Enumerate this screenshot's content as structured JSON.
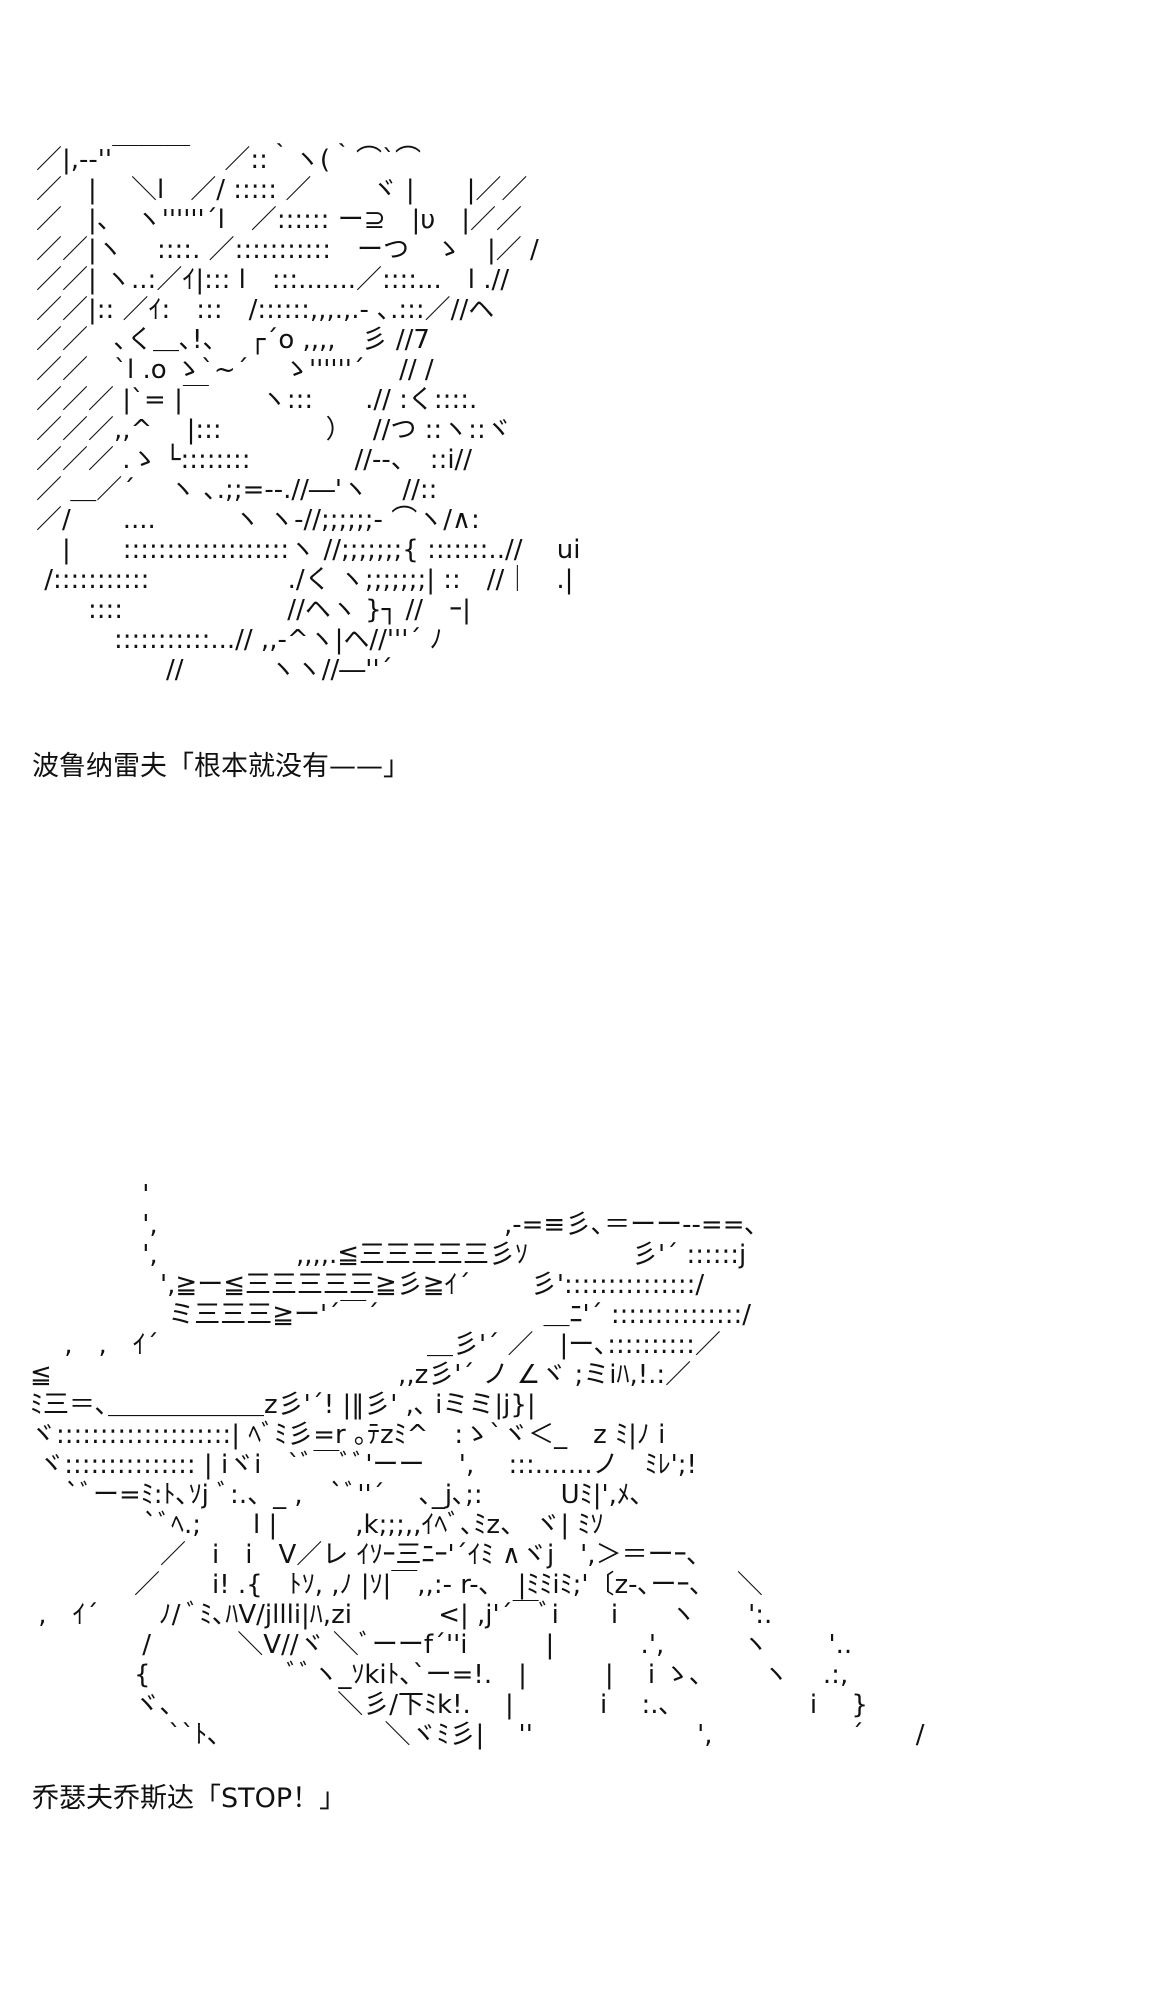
{
  "panels": [
    {
      "ascii_art": "／|,--''￣￣￣　 ／::｀ヽ(｀⌒`⌒\n／　|　 ＼l　／/ ::::: ／　　 ヾ |　　|／／\n／　|、　ヽ''''''´l　／:::::: ー⊇　|υ　|／／\n／／|ヽ　 ::::. ／:::::::::::　ーつ　ゝ　|／ /\n／／| ヽ..:／ｲ|::: l　:::.......／::::...　l .//\n／／|:: ／ｲ:　:::　/::::::,,,.,.- ､.:::／//ヘ\n／／　､く＿､!、　 ┌´o ,,,,　彡 //7\n／／　`l .o ゝ`~´　 ゝ''''''´　 // /\n／／／ |`= |￣　　ヽ:::　　.// :く::::.\n／／／,,^　 |:::　　　　）　 //つ ::ヽ::ヾ\n／／／ .ゝ └::::::::　　　　//--、　::i//\n／ ＿／´　 ヽ ､.;;=--.//―'ヽ　 //::\n／/　　....　　　ヽ ヽ-//;;;;;;- ⌒ヽ/∧:\n　|　　:::::::::::::::::::ヽ //;;;;;;;{ :::::::..// 　ui\n /:::::::::::　　　　　 ./く ヽ;;;;;;;| ::　//｜　.|\n　　:::: 　　　　　　//ヘヽ }┐ //　ｰ|\n　　　:::::::::::...// ,,-^ヽ|ヘ//'''´ ﾉ\n　　　　　//　　　 ヽヽ//―''´",
      "caption": "波鲁纳雷夫「根本就没有——」"
    },
    {
      "ascii_art": "　　　　 '\n　　　　 ',　　　　　　　　　　　　　 ,-=≡彡､＝ーー--==､\n　　　　 ',　　　　　 ,,,,.≦三三三三三彡ｿ　　　　彡'´ ::::::j\n　　　　　',≧ー≦三三三三三≧彡≧ｲ´　　 彡':::::::::::::::/\n　　　　　 ミ三三三≧ー'´￣´　　　　　　 ＿ﾆ'´ :::::::::::::::/\n　 ,　,　ｲ´　　　　　　　　　　 ＿彡'´ ／　|ー､::::::::::／\n≦　　　　　　　　　　　　　 ,,z彡'´ ノ ∠ヾ ;ミiﾊ,!.:／\nﾐ三＝､＿＿＿＿＿＿z彡'´! |‖彡' ,､ iミミ|j}|\nヾ::::::::::::::::::::| ﾍﾞﾐ彡=r ｡ﾃzﾐ^　:ゝ`ヾ＜_　z ﾐ|ﾉ i\n ヾ::::::::::::::: | iヾi　`ﾞ￣ﾞﾞ'ーー　 ',　 :::.......ノ　ﾐﾚ';!\n　 `ﾞー=ﾐ:ﾄ､ｿj ﾞ:.、_ ,　`ﾞ''´　 ､_j､;:　　　Uﾐ|',ﾒ､\n　　　　 `ﾞﾍ.;　　l |　　　,k;;;,,ｲﾍﾞ､ﾐz、 ヾ| ﾐｿ\n　　　　　／　i　i　V／レ ｲｿｰ三ﾆｰ'´ｲﾐ ∧ヾj　',＞＝ーｰ､\n　　　　／　　i! .{　ﾄｿ, ,ﾉ |ｿ|￣,,:- r-､　|ﾐﾐiﾐ;'〔z-､ーｰ､　 ＼\n ,　ｲ´　　 ﾉ/ ﾞﾐ､ﾊV/jllli|ﾊ,zi　　 　<| ,j'´￣ﾞi　　i　　ヽ　　':.\n　　　　 /　　　 ＼V//ヾ ＼ﾞーーf´''i　　　|　　　 .',　　　ヽ　　 '..\n　　　　{　　　　　 ﾞﾞヽ_ｿkiﾄ､`ー=!.　|　　　|　 i ゝ､　　 ヽ　 .:,\n　　　　ヾ､　　　　　　 ＼彡/下ﾐk!.　 |　　　 i　 :.､　　　　　 i　 }\n　　　　　 ``ﾄ､　　　　　　 ＼ヾﾐ彡|　 ''　　　　　　 ',　　　　　 ´　　/",
      "caption": "乔瑟夫乔斯达「STOP！」"
    }
  ]
}
